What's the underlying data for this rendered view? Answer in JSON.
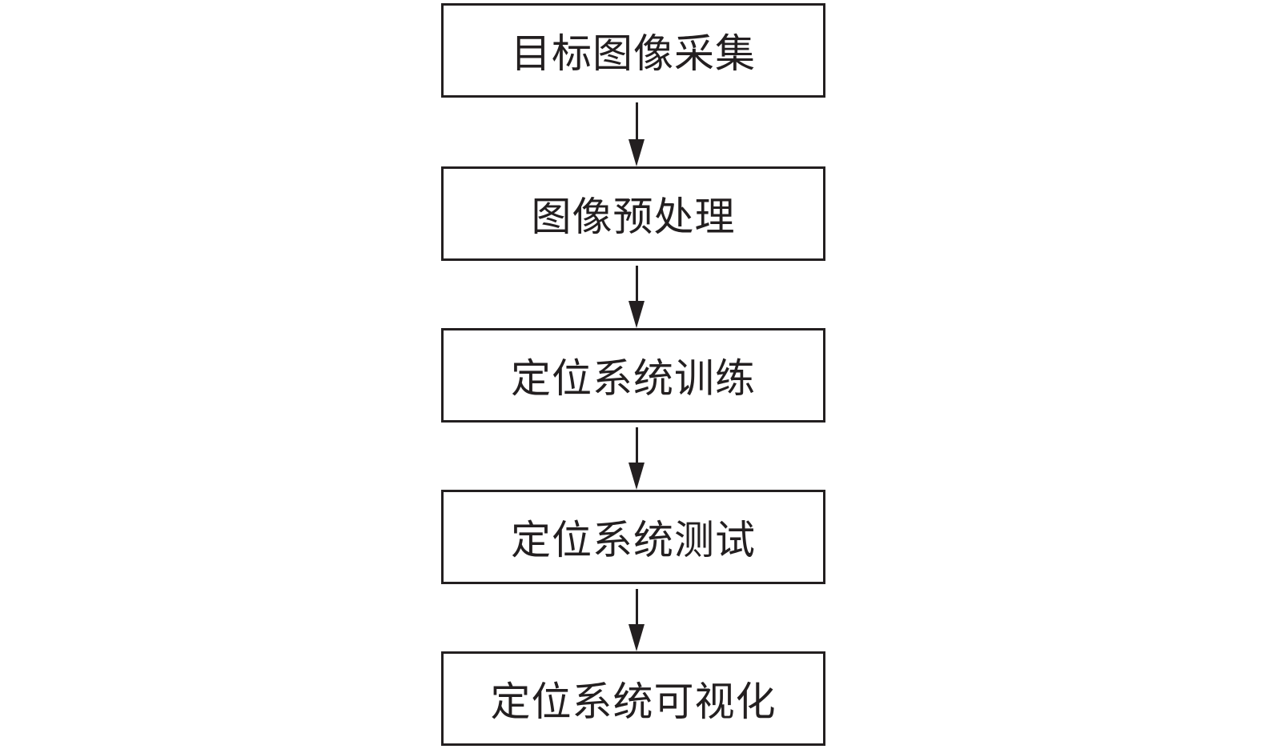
{
  "diagram": {
    "type": "flowchart",
    "direction": "top-to-bottom",
    "colors": {
      "stroke": "#231f20",
      "fill": "#ffffff",
      "text": "#231f20"
    },
    "steps": [
      {
        "label": "目标图像采集"
      },
      {
        "label": "图像预处理"
      },
      {
        "label": "定位系统训练"
      },
      {
        "label": "定位系统测试"
      },
      {
        "label": "定位系统可视化"
      }
    ]
  }
}
